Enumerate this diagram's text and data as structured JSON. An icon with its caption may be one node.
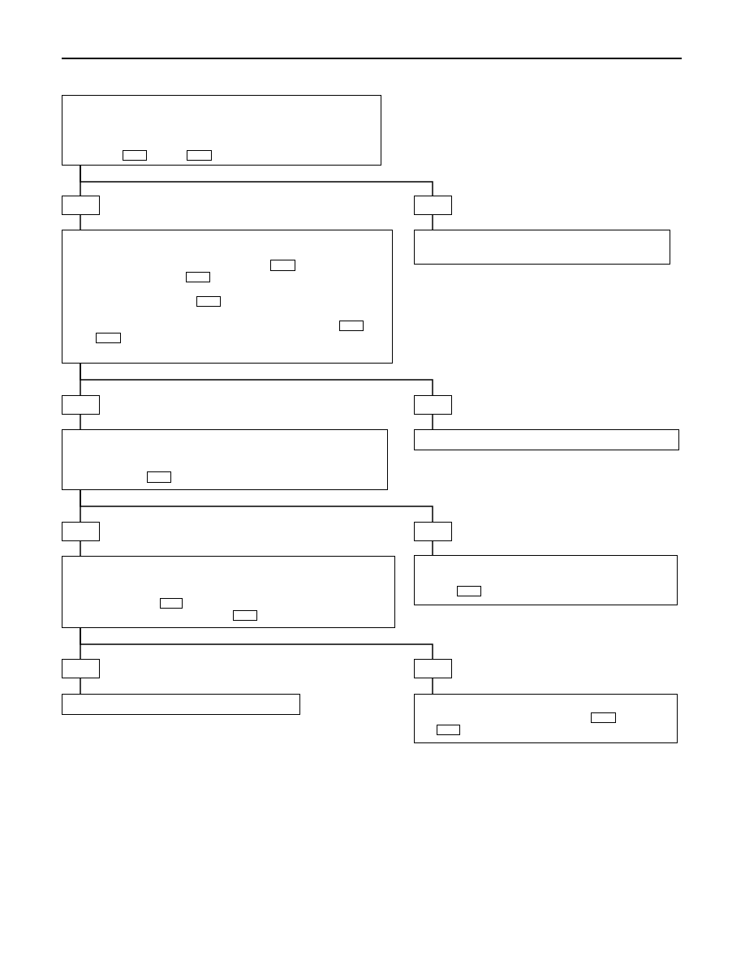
{
  "diagram": {
    "nodes": [
      {
        "text": [],
        "shape": "box"
      },
      {
        "text": [],
        "shape": "box",
        "in": 0
      },
      {
        "text": [],
        "shape": "box",
        "in": 0
      },
      {
        "text": [],
        "shape": "box"
      },
      {
        "text": [],
        "shape": "box"
      },
      {
        "text": [],
        "shape": "box"
      },
      {
        "text": [],
        "shape": "box",
        "in": 5
      },
      {
        "text": [],
        "shape": "box",
        "in": 5
      },
      {
        "text": [],
        "shape": "box",
        "in": 5
      },
      {
        "text": [],
        "shape": "box",
        "in": 5
      },
      {
        "text": [],
        "shape": "box",
        "in": 5
      },
      {
        "text": [],
        "shape": "box"
      },
      {
        "text": [],
        "shape": "box"
      },
      {
        "text": [],
        "shape": "box"
      },
      {
        "text": [],
        "shape": "box"
      },
      {
        "text": [],
        "shape": "box",
        "in": 14
      },
      {
        "text": [],
        "shape": "box"
      },
      {
        "text": [],
        "shape": "box"
      },
      {
        "text": [],
        "shape": "box"
      },
      {
        "text": [],
        "shape": "box"
      },
      {
        "text": [],
        "shape": "box",
        "in": 19
      },
      {
        "text": [],
        "shape": "box",
        "in": 19
      },
      {
        "text": [],
        "shape": "box"
      },
      {
        "text": [],
        "shape": "box",
        "in": 22
      },
      {
        "text": [],
        "shape": "box"
      },
      {
        "text": [],
        "shape": "box"
      },
      {
        "text": [],
        "shape": "box"
      },
      {
        "text": [],
        "shape": "box"
      },
      {
        "text": [],
        "shape": "box",
        "in": 27
      },
      {
        "text": [],
        "shape": "box",
        "in": 27
      }
    ],
    "edges": [
      {
        "from": 0,
        "to": 3,
        "arrow": "none"
      },
      {
        "from": 0,
        "to": 4,
        "arrow": "none"
      },
      {
        "from": 3,
        "to": 5,
        "arrow": "none"
      },
      {
        "from": 4,
        "to": 11,
        "arrow": "none"
      },
      {
        "from": 5,
        "to": 12,
        "arrow": "none"
      },
      {
        "from": 5,
        "to": 13,
        "arrow": "none"
      },
      {
        "from": 12,
        "to": 14,
        "arrow": "none"
      },
      {
        "from": 13,
        "to": 16,
        "arrow": "none"
      },
      {
        "from": 14,
        "to": 17,
        "arrow": "none"
      },
      {
        "from": 14,
        "to": 18,
        "arrow": "none"
      },
      {
        "from": 17,
        "to": 19,
        "arrow": "none"
      },
      {
        "from": 18,
        "to": 22,
        "arrow": "none"
      },
      {
        "from": 19,
        "to": 24,
        "arrow": "none"
      },
      {
        "from": 19,
        "to": 25,
        "arrow": "none"
      },
      {
        "from": 24,
        "to": 26,
        "arrow": "none"
      },
      {
        "from": 25,
        "to": 27,
        "arrow": "none"
      }
    ]
  }
}
